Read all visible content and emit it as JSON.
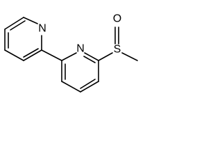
{
  "atom_labels": {
    "n_left": "N",
    "n_right": "N",
    "sulfur": "S",
    "oxygen": "O"
  },
  "colors": {
    "background": "#ffffff",
    "bond": "#000000",
    "label": "#000000"
  }
}
